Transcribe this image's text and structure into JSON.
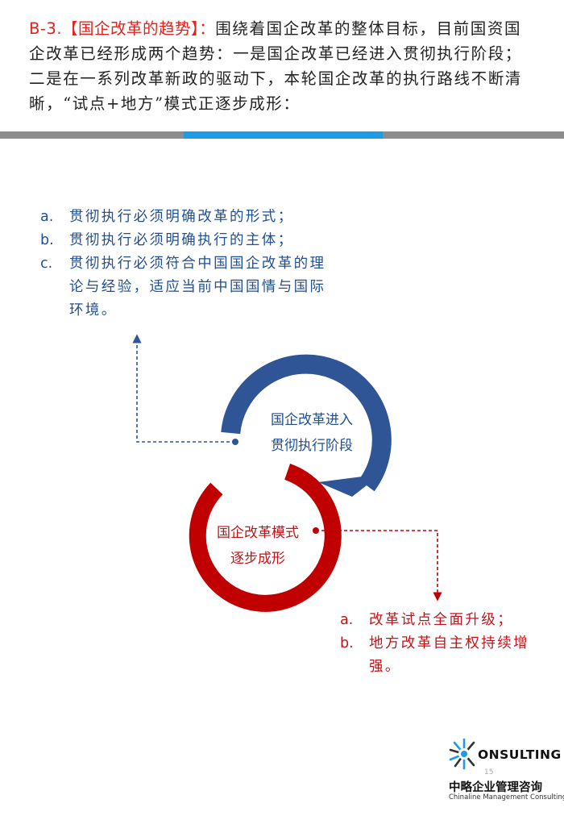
{
  "header": {
    "section_label": "B-3.【国企改革的趋势】：",
    "text": "围绕着国企改革的整体目标，目前国资国企改革已经形成两个趋势：一是国企改革已经进入贯彻执行阶段；二是在一系列改革新政的驱动下，本轮国企改革的执行路线不断清晰，“试点+地方”模式正逐步成形："
  },
  "colors": {
    "accent_red": "#e8221a",
    "diagram_blue": "#2f5597",
    "diagram_red": "#c00000",
    "bar_gray": "#8c8c8c",
    "bar_blue": "#1e9ae6"
  },
  "blue_list": [
    {
      "marker": "a.",
      "text": "贯彻执行必须明确改革的形式；"
    },
    {
      "marker": "b.",
      "text": "贯彻执行必须明确执行的主体；"
    },
    {
      "marker": "c.",
      "text": "贯彻执行必须符合中国国企改革的理论与经验，适应当前中国国情与国际环境。"
    }
  ],
  "diagram": {
    "blue_circle_label": [
      "国企改革进入",
      "贯彻执行阶段"
    ],
    "red_circle_label": [
      "国企改革模式",
      "逐步成形"
    ]
  },
  "red_list": [
    {
      "marker": "a.",
      "text": "改革试点全面升级；"
    },
    {
      "marker": "b.",
      "text": "地方改革自主权持续增强。"
    }
  ],
  "logo": {
    "word": "ONSULTING",
    "cn_name": "中略企业管理咨询",
    "en_name": "Chinaline Management Consulting",
    "icon": "starburst-c-icon"
  },
  "page_number": "15"
}
